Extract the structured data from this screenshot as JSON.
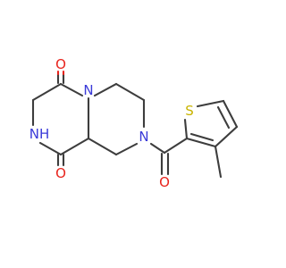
{
  "molecule": {
    "atoms": {
      "o_top": "O",
      "n_ring": "N",
      "nh": "NH",
      "o_bottom": "O",
      "n_amide": "N",
      "o_carbonyl": "O",
      "s_thiophene": "S"
    },
    "colors": {
      "carbon_bond": "#3d3d3d",
      "oxygen": "#e8231c",
      "nitrogen": "#3a3ad8",
      "sulfur": "#c9b400"
    }
  }
}
